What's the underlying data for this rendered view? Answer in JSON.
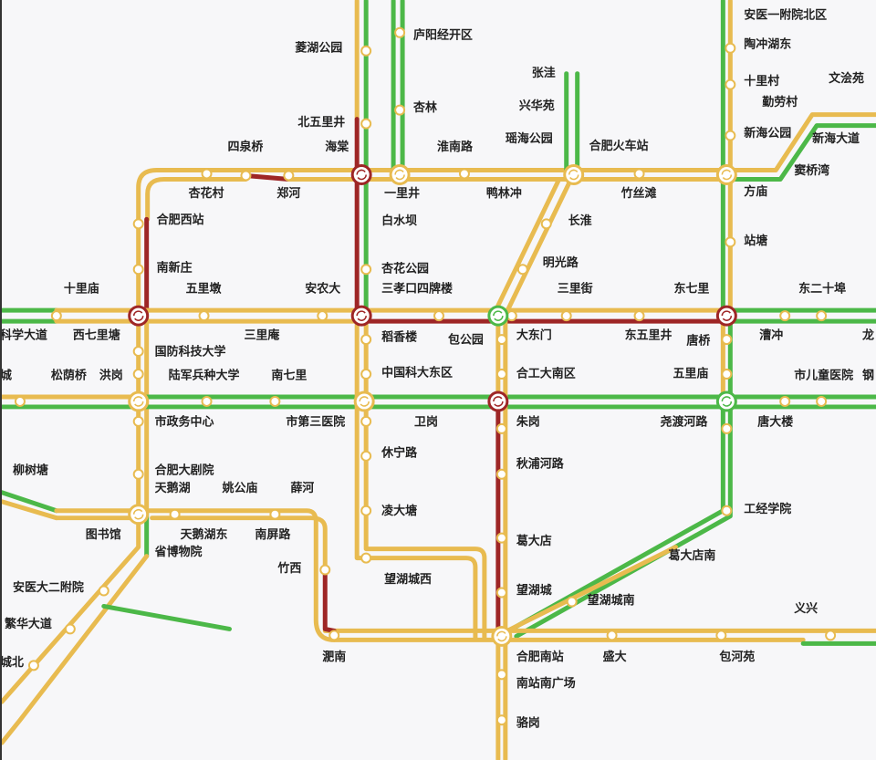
{
  "map": {
    "colors": {
      "yellow": "#e8bb50",
      "green": "#4cb848",
      "red": "#9e2626",
      "background": "#f7f7f9"
    },
    "transfer_icon": "transfer-arrows-icon",
    "stations": [
      "菱湖公园",
      "庐阳经开区",
      "张洼",
      "安医一附院北区",
      "陶冲湖东",
      "十里村",
      "文浍苑",
      "勤劳村",
      "兴华苑",
      "杏林",
      "北五里井",
      "新海公园",
      "新海大道",
      "四泉桥",
      "海棠",
      "淮南路",
      "瑶海公园",
      "合肥火车站",
      "窦桥湾",
      "杏花村",
      "郑河",
      "一里井",
      "鸭林冲",
      "竹丝滩",
      "方庙",
      "合肥西站",
      "白水坝",
      "长淮",
      "站塘",
      "南新庄",
      "杏花公园",
      "明光路",
      "十里庙",
      "五里墩",
      "安农大",
      "三孝口四牌楼",
      "三里街",
      "东七里",
      "东二十埠",
      "科学大道",
      "西七里塘",
      "三里庵",
      "稻香楼",
      "包公园",
      "大东门",
      "东五里井",
      "唐桥",
      "漕冲",
      "龙",
      "国防科技大学",
      "城",
      "松荫桥",
      "洪岗",
      "陆军兵种大学",
      "南七里",
      "中国科大东区",
      "合工大南区",
      "五里庙",
      "市儿童医院",
      "钢",
      "市政务中心",
      "市第三医院",
      "卫岗",
      "朱岗",
      "尧渡河路",
      "唐大楼",
      "休宁路",
      "秋浦河路",
      "柳树塘",
      "合肥大剧院",
      "天鹅湖",
      "姚公庙",
      "薛河",
      "凌大塘",
      "工经学院",
      "图书馆",
      "天鹅湖东",
      "南屏路",
      "葛大店",
      "省博物院",
      "葛大店南",
      "竹西",
      "望湖城西",
      "安医大二附院",
      "望湖城",
      "望湖城南",
      "义兴",
      "繁华大道",
      "淝南",
      "合肥南站",
      "盛大",
      "包河苑",
      "城北",
      "南站南广场",
      "骆岗"
    ]
  }
}
